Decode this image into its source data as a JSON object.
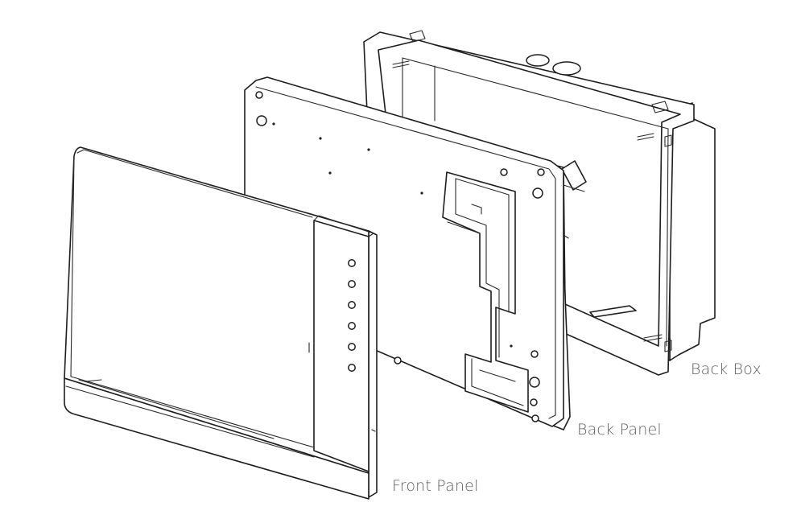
{
  "diagram": {
    "labels": {
      "back_box": "Back Box",
      "back_panel": "Back Panel",
      "front_panel": "Front Panel"
    },
    "colors": {
      "line": "#1e1e1e",
      "label_text": "#5f5f5f",
      "background": "#ffffff"
    },
    "front_panel_button_count": 6
  }
}
